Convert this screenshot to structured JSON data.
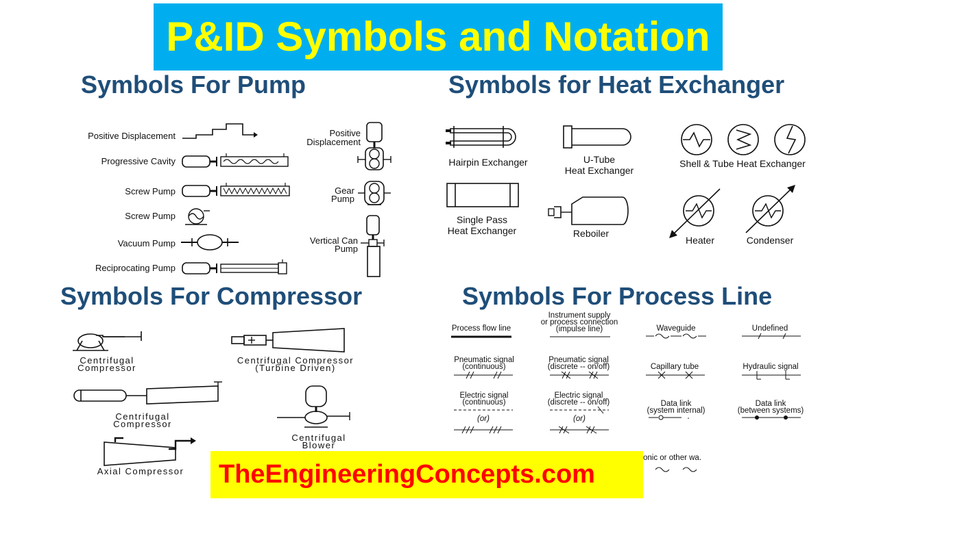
{
  "title": "P&ID Symbols and Notation",
  "pump": {
    "heading": "Symbols For Pump",
    "positive_displacement": "Positive Displacement",
    "progressive_cavity": "Progressive Cavity",
    "screw_pump_1": "Screw Pump",
    "screw_pump_2": "Screw Pump",
    "vacuum_pump": "Vacuum Pump",
    "reciprocating_pump": "Reciprocating Pump",
    "positive_displacement_right_1": "Positive",
    "positive_displacement_right_2": "Displacement",
    "gear_pump_1": "Gear",
    "gear_pump_2": "Pump",
    "vertical_can_pump_1": "Vertical Can",
    "vertical_can_pump_2": "Pump"
  },
  "heat_exchanger": {
    "heading": "Symbols for Heat Exchanger",
    "hairpin": "Hairpin Exchanger",
    "utube_1": "U-Tube",
    "utube_2": "Heat Exchanger",
    "shell_tube": "Shell & Tube Heat  Exchanger",
    "single_pass_1": "Single Pass",
    "single_pass_2": "Heat Exchanger",
    "reboiler": "Reboiler",
    "heater": "Heater",
    "condenser": "Condenser"
  },
  "compressor": {
    "heading": "Symbols For Compressor",
    "centrifugal_1a": "Centrifugal",
    "centrifugal_1b": "Compressor",
    "turbine_a": "Centrifugal Compressor",
    "turbine_b": "(Turbine Driven)",
    "centrifugal_2a": "Centrifugal",
    "centrifugal_2b": "Compressor",
    "blower_a": "Centrifugal",
    "blower_b": "Blower",
    "axial": "Axial Compressor"
  },
  "process_line": {
    "heading": "Symbols For Process Line",
    "process_flow": "Process flow line",
    "instrument_1": "Instrument supply",
    "instrument_2": "or process connection",
    "instrument_3": "(impulse line)",
    "waveguide": "Waveguide",
    "undefined": "Undefined",
    "pneumatic_cont_1": "Pneumatic signal",
    "pneumatic_cont_2": "(continuous)",
    "pneumatic_disc_1": "Pneumatic signal",
    "pneumatic_disc_2": "(discrete -- on/off)",
    "capillary": "Capillary tube",
    "hydraulic": "Hydraulic signal",
    "electric_cont_1": "Electric signal",
    "electric_cont_2": "(continuous)",
    "electric_disc_1": "Electric signal",
    "electric_disc_2": "(discrete -- on/off)",
    "or_1": "(or)",
    "or_2": "(or)",
    "data_internal_1": "Data link",
    "data_internal_2": "(system internal)",
    "data_between_1": "Data link",
    "data_between_2": "(between systems)",
    "partial_text": "onic or other wa."
  },
  "footer": "TheEngineeringConcepts.com",
  "colors": {
    "title_bg": "#00aeef",
    "title_fg": "#ffff00",
    "heading": "#1f4e79",
    "footer_bg": "#ffff00",
    "footer_fg": "#ff0000"
  }
}
